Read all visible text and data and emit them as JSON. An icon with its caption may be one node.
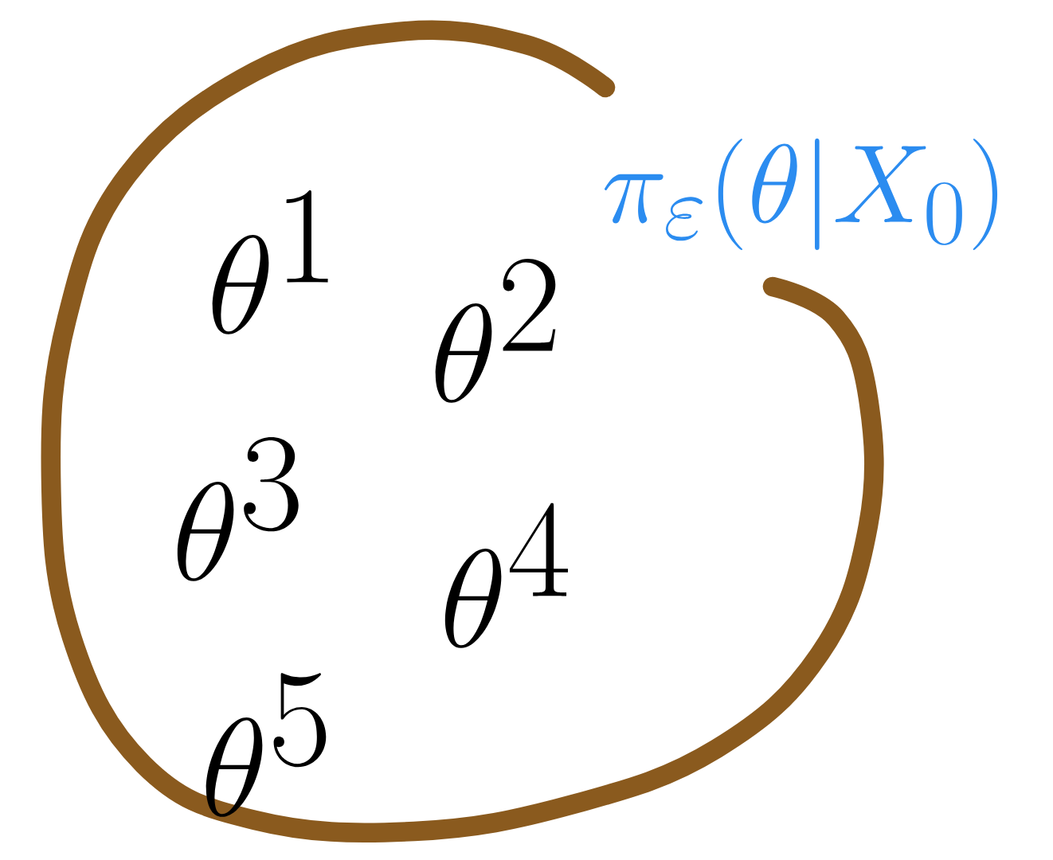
{
  "diagram": {
    "nodes": [
      {
        "text": [
          "\\pi_{\\varepsilon}(\\theta|X_0)",
          "\\theta^{1}",
          "\\theta^{2}",
          "\\theta^{3}",
          "\\theta^{4}",
          "\\theta^{5}"
        ]
      }
    ]
  }
}
